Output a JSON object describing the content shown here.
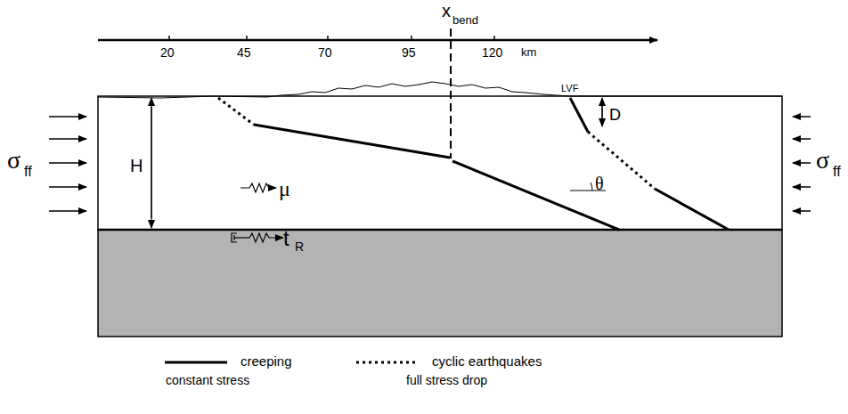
{
  "diagram": {
    "labels": [
      "x",
      "bend",
      "20",
      "45",
      "70",
      "95",
      "120",
      "km",
      "LVF",
      "D",
      "H",
      "θ",
      "μ",
      "t",
      "R",
      "σ",
      "ff",
      "σ",
      "ff",
      "constant stress",
      "full stress drop"
    ],
    "legend": [
      {
        "text": "creeping"
      },
      {
        "text": "cyclic earthquakes"
      }
    ]
  }
}
